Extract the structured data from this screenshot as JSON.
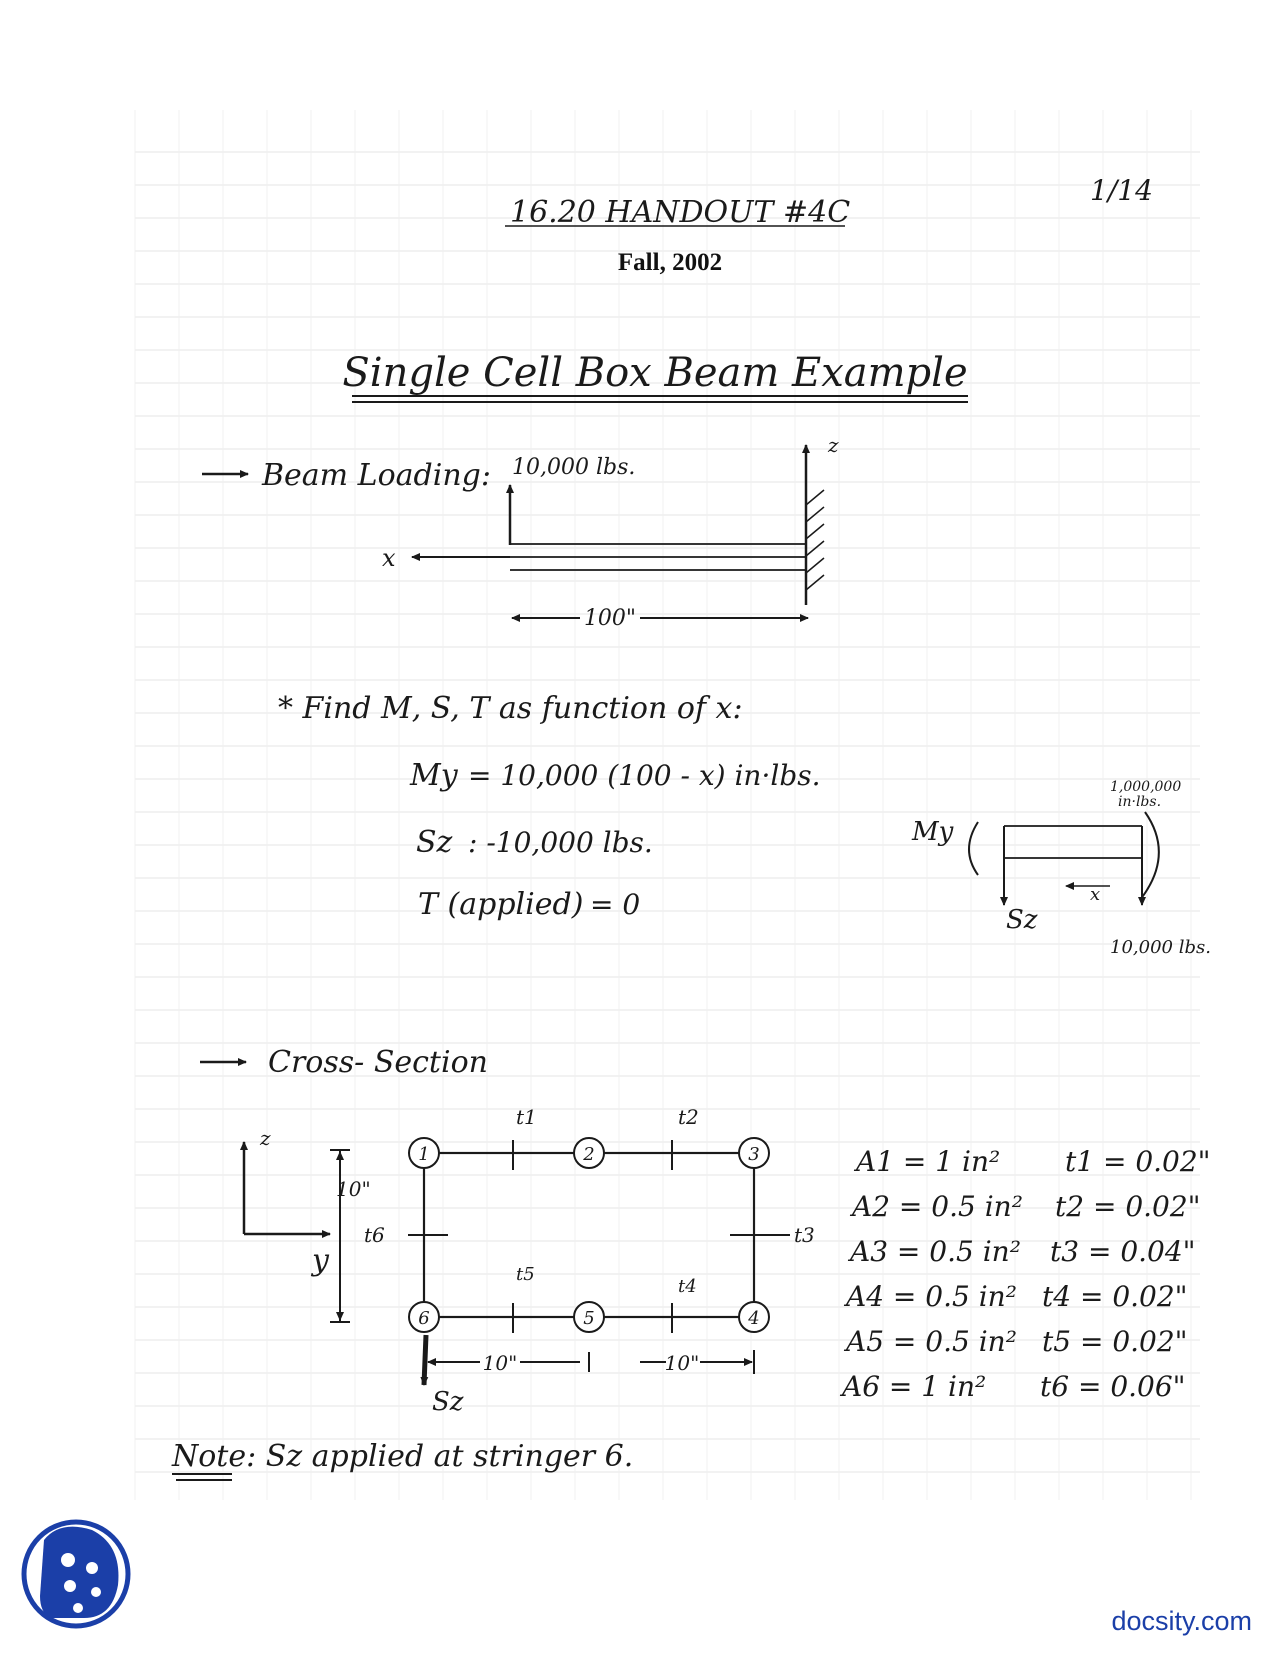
{
  "header": {
    "handout": "16.20 HANDOUT #4C",
    "term": "Fall, 2002",
    "page": "1/14"
  },
  "title": "Single Cell Box Beam Example",
  "beam_loading": {
    "label": "Beam Loading:",
    "load": "10,000 lbs.",
    "x_axis": "x",
    "z_axis": "z",
    "length": "100\""
  },
  "find": {
    "heading": "* Find M, S, T as function of x:",
    "eq_moment_lhs": "My",
    "eq_moment_rhs": "= 10,000 (100 - x)    in·lbs.",
    "eq_shear_lhs": "Sz",
    "eq_shear_rhs": ": -10,000  lbs.",
    "eq_torque_lhs": "T (applied)",
    "eq_torque_rhs": "=  0"
  },
  "fbd": {
    "moment_value": "1,000,000",
    "moment_unit": "in·lbs.",
    "moment_label": "My",
    "shear_label": "Sz",
    "x_label": "x",
    "end_load": "10,000 lbs."
  },
  "cross_section": {
    "label": "Cross- Section",
    "axis_z": "z",
    "axis_y": "y",
    "height": "10\"",
    "width_left": "10\"",
    "width_right": "10\"",
    "shear_label": "Sz",
    "stringers": [
      "1",
      "2",
      "3",
      "4",
      "5",
      "6"
    ],
    "thickness_labels": [
      "t1",
      "t2",
      "t3",
      "t4",
      "t5",
      "t6"
    ],
    "areas": [
      "A1 = 1 in²",
      "A2 = 0.5 in²",
      "A3 = 0.5 in²",
      "A4 = 0.5 in²",
      "A5 = 0.5 in²",
      "A6 = 1 in²"
    ],
    "thicknesses": [
      "t1 = 0.02\"",
      "t2 = 0.02\"",
      "t3 = 0.04\"",
      "t4 = 0.02\"",
      "t5 = 0.02\"",
      "t6 = 0.06\""
    ]
  },
  "note": "Note: Sz applied at stringer 6.",
  "footer": {
    "brand": "docsity.com"
  }
}
